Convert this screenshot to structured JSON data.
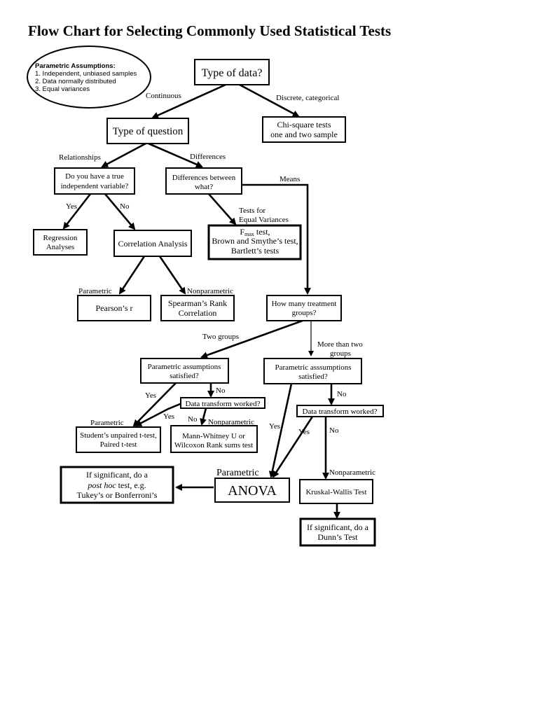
{
  "title": "Flow Chart for Selecting Commonly Used Statistical Tests",
  "assumptions": {
    "heading": "Parametric Assumptions:",
    "items": [
      "1. Independent, unbiased samples",
      "2. Data normally distributed",
      "3. Equal variances"
    ]
  },
  "nodes": {
    "type_of_data": "Type of data?",
    "type_of_question": "Type of question",
    "chi_square": [
      "Chi-square  tests",
      "one and two sample"
    ],
    "true_iv": [
      "Do you have a true",
      "independent variable?"
    ],
    "differences_between": [
      "Differences between",
      "what?"
    ],
    "regression": [
      "Regression",
      "Analyses"
    ],
    "correlation": "Correlation Analysis",
    "variance_tests": [
      "test,",
      "Brown and Smythe’s test,",
      "Bartlett’s tests"
    ],
    "fmax_f": "F",
    "fmax_sub": "max",
    "pearson": "Pearson’s r",
    "spearman": [
      "Spearman’s Rank",
      "Correlation"
    ],
    "treatment_groups": [
      "How many treatment",
      "groups?"
    ],
    "param_left": [
      "Parametric  assumptions",
      "satisfied?"
    ],
    "param_right": [
      "Parametric asssumptions",
      "satisfied?"
    ],
    "transform_left": "Data transform worked?",
    "transform_right": "Data transform worked?",
    "t_test": [
      "Student’s unpaired t-test,",
      "Paired t-test"
    ],
    "mann_whitney": [
      "Mann-Whitney U or",
      "Wilcoxon Rank sums test"
    ],
    "anova": "ANOVA",
    "post_hoc": [
      "If significant, do a",
      "post hoc",
      " test, e.g.",
      "Tukey’s or  Bonferroni’s"
    ],
    "kruskal": "Kruskal-Wallis Test",
    "dunn": [
      "If significant, do a",
      "Dunn’s Test"
    ]
  },
  "labels": {
    "continuous": "Continuous",
    "discrete": "Discrete, categorical",
    "relationships": "Relationships",
    "differences": "Differences",
    "means": "Means",
    "yes1": "Yes",
    "no1": "No",
    "tests_equal_var": [
      "Tests for",
      "Equal Variances"
    ],
    "parametric1": "Parametric",
    "nonparametric1": "Nonparametric",
    "two_groups": "Two groups",
    "more_than_two": [
      "More than two",
      "groups"
    ],
    "yes_left": "Yes",
    "no_left": "No",
    "yes_transform_left": "Yes",
    "no_transform_left": "No",
    "parametric_t": "Parametric",
    "nonparametric_mw": "Nonparametric",
    "no_right": "No",
    "yes_right_outer": "Yes",
    "yes_right_inner": "Yes",
    "no_transform_right": "No",
    "parametric_anova": "Parametric",
    "nonparametric_kw": "Nonparametric"
  }
}
